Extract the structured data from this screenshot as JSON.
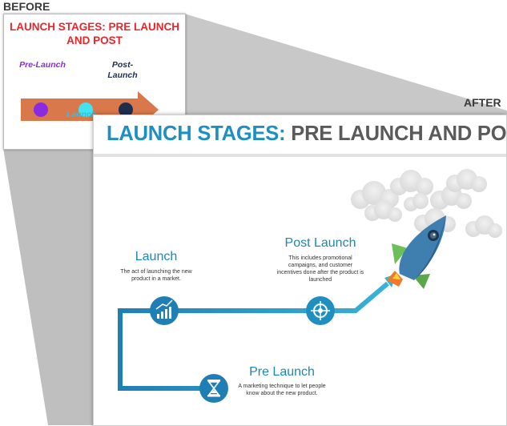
{
  "labels": {
    "before": "BEFORE",
    "after": "AFTER"
  },
  "before_slide": {
    "title": "LAUNCH STAGES: PRE LAUNCH AND POST",
    "stages": {
      "pre": "Pre-Launch",
      "post": "Post-Launch",
      "launch": "Launch"
    },
    "colors": {
      "arrow": "#d9784a",
      "pre_dot": "#8a2be2",
      "launch_dot": "#44e3f0",
      "post_dot": "#1f2d4f",
      "title": "#e8262b"
    }
  },
  "after_slide": {
    "title_part1": "LAUNCH STAGES:",
    "title_part2": " PRE LAUNCH AND POST",
    "stages": {
      "launch": {
        "title": "Launch",
        "desc": "The act of launching the new product in a market.",
        "icon": "growth-chart-icon"
      },
      "post_launch": {
        "title": "Post Launch",
        "desc": "This includes promotional campaigns, and customer incentives done after the product is launched",
        "icon": "target-icon"
      },
      "pre_launch": {
        "title": "Pre Launch",
        "desc": "A marketing technique to let people know about the new product.",
        "icon": "hourglass-icon"
      }
    },
    "colors": {
      "accent": "#1e8fc2",
      "title_gray": "#5a5a5a",
      "rocket_body": "#3f7fb0",
      "rocket_fin": "#6dbf5a",
      "flame": "#f07a2a"
    }
  }
}
